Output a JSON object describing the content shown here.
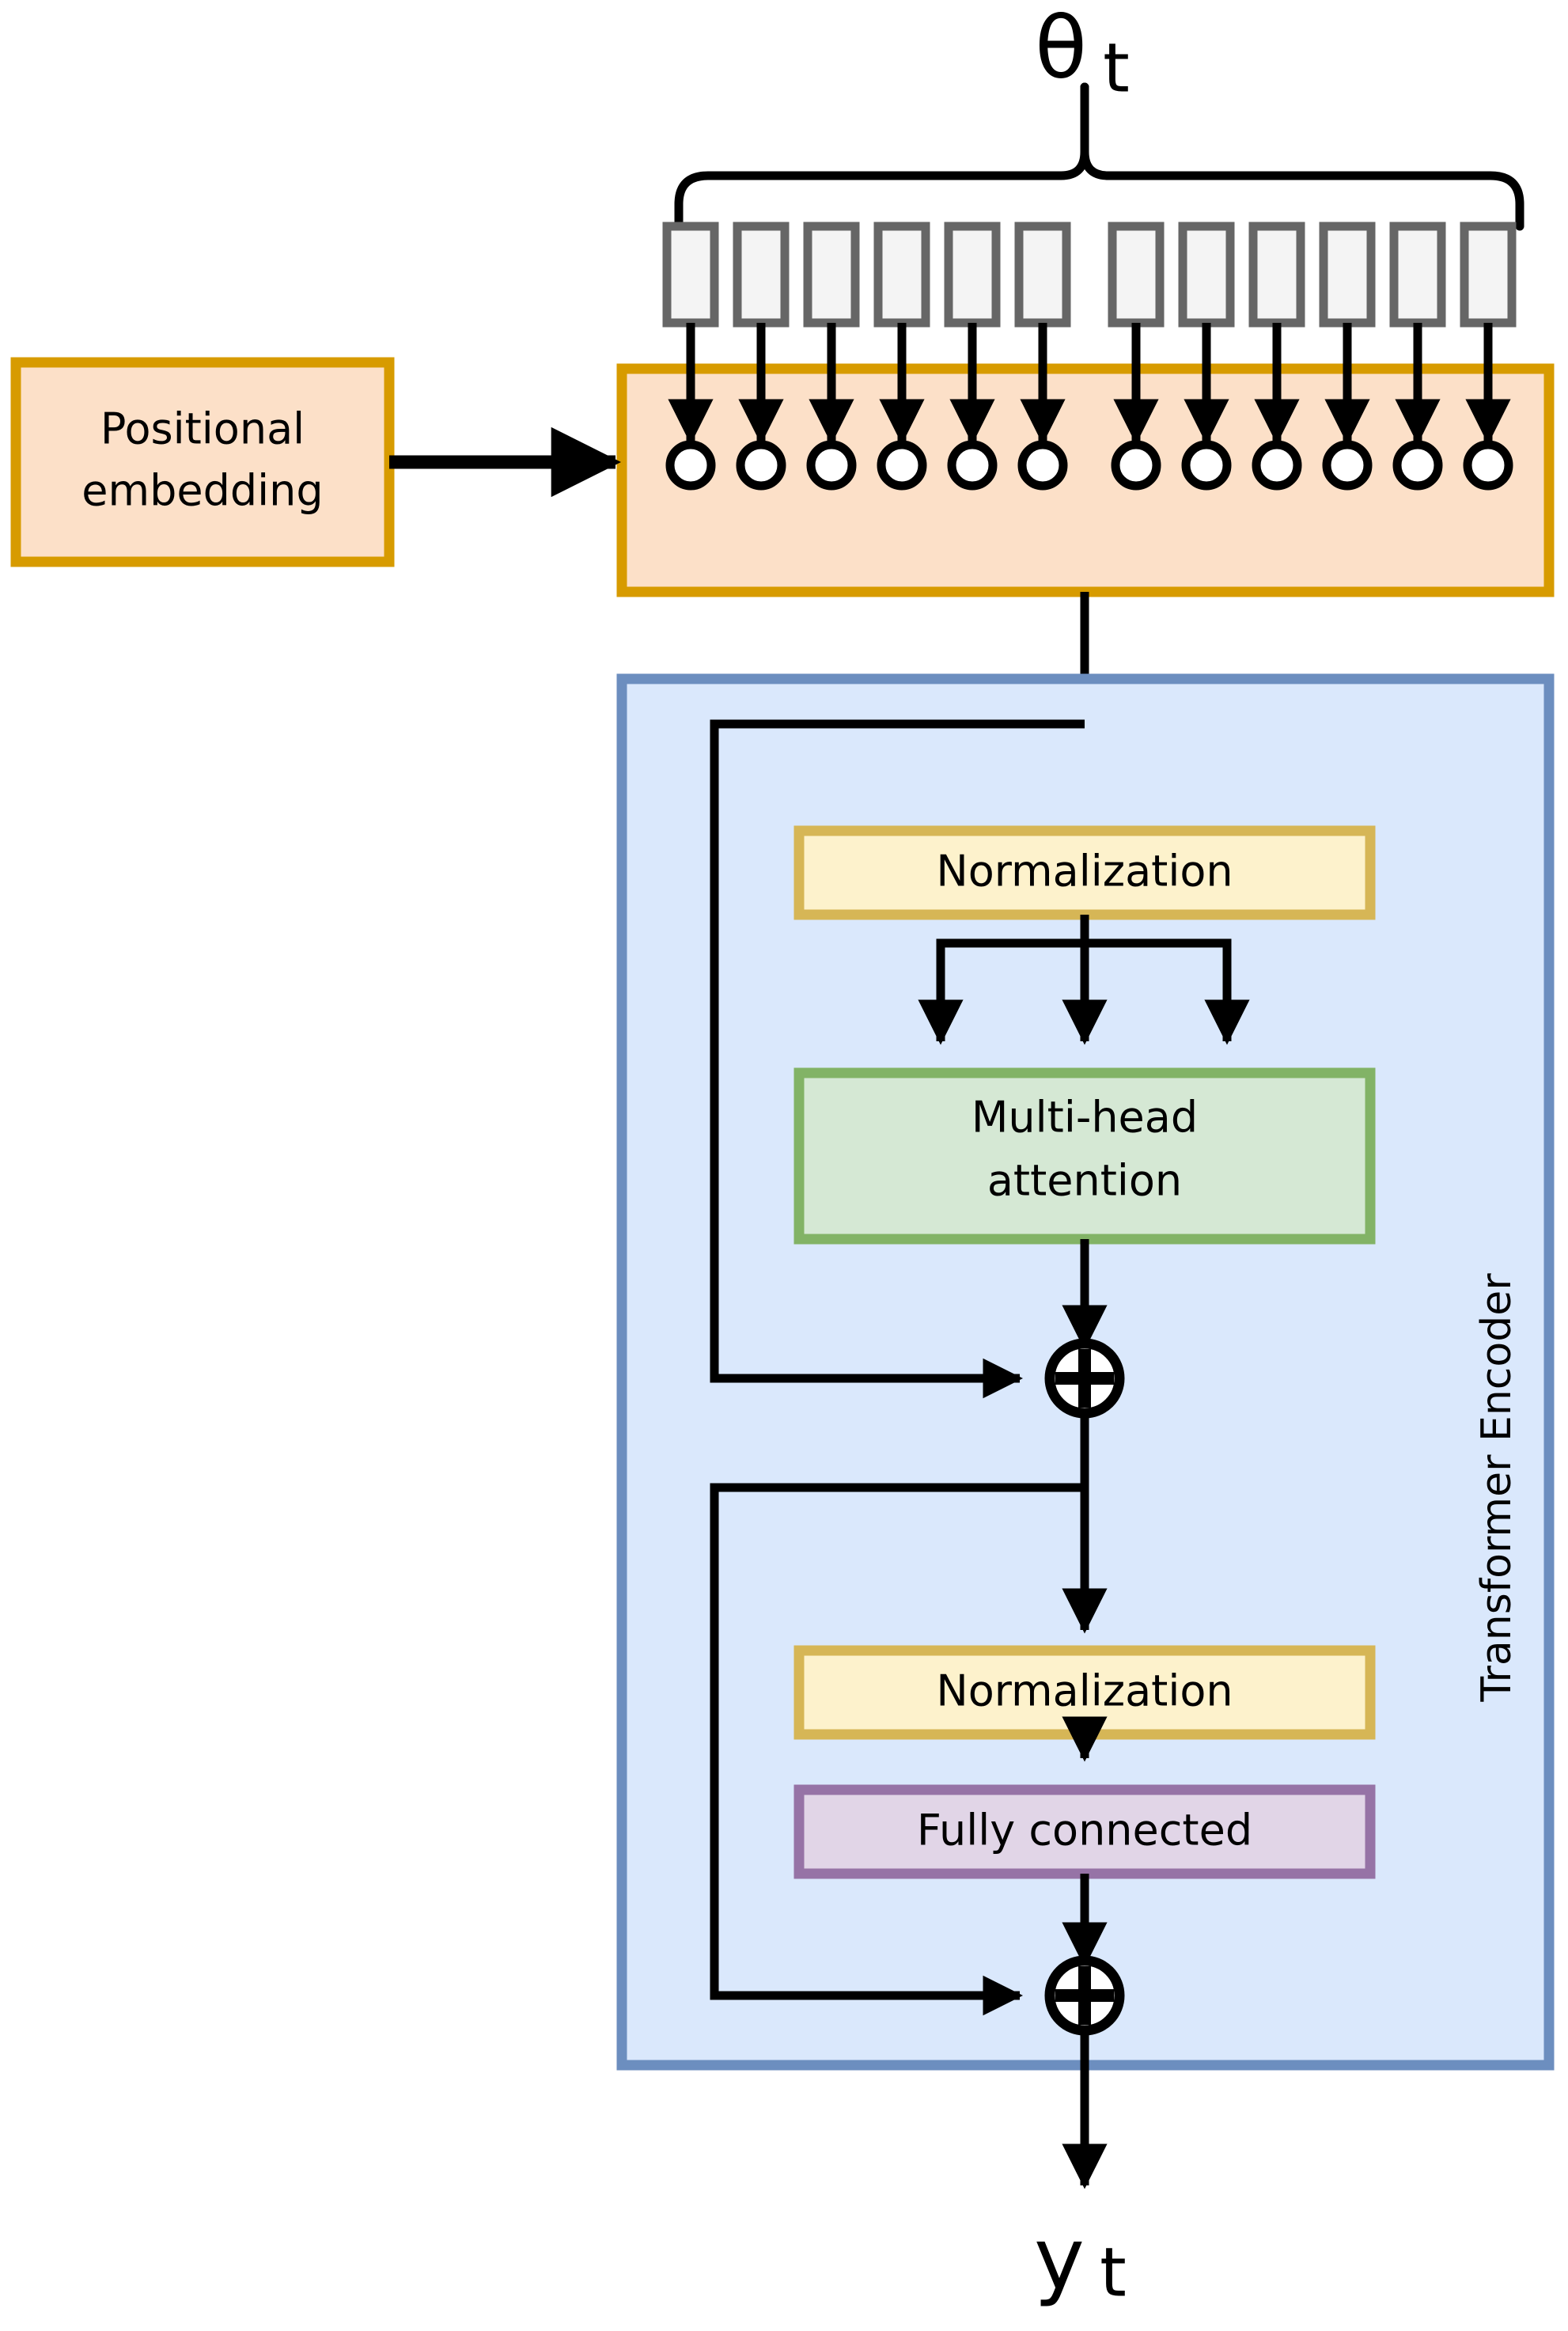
{
  "figure": {
    "type": "diagram",
    "subject": "Transformer encoder architecture block diagram",
    "background_color": "#ffffff"
  },
  "labels": {
    "input_symbol": "θ",
    "input_subscript": "t",
    "output_symbol": "y",
    "output_subscript": "t",
    "positional_embedding": "Positional\nembedding",
    "positional_embedding_line1": "Positional",
    "positional_embedding_line2": "embedding",
    "normalization_1": "Normalization",
    "multi_head_attention_line1": "Multi-head",
    "multi_head_attention_line2": "attention",
    "normalization_2": "Normalization",
    "fully_connected": "Fully connected",
    "transformer_encoder": "Transformer Encoder",
    "add_symbol": "+"
  },
  "colors": {
    "orange_fill": "#fce0c8",
    "orange_border": "#d79b00",
    "blue_fill": "#dae8fc",
    "blue_border": "#6c8ebf",
    "yellow_fill": "#fdf2cc",
    "yellow_border": "#d6b656",
    "green_fill": "#d5e8d4",
    "green_border": "#82b366",
    "purple_fill": "#e1d5e7",
    "purple_border": "#9673a6",
    "token_fill": "#f4f4f4",
    "token_border": "#666666",
    "line": "#000000",
    "circle_fill": "#ffffff"
  },
  "tokens": {
    "count": 12,
    "group_a_count": 6,
    "group_b_count": 6,
    "fill": "#f4f4f4",
    "border": "#666666"
  },
  "embedding_circles": {
    "count": 12,
    "fill": "#ffffff",
    "stroke": "#000000"
  },
  "flow": {
    "branch_arrows_from_normalization": 3,
    "residual_add_blocks": 2
  }
}
